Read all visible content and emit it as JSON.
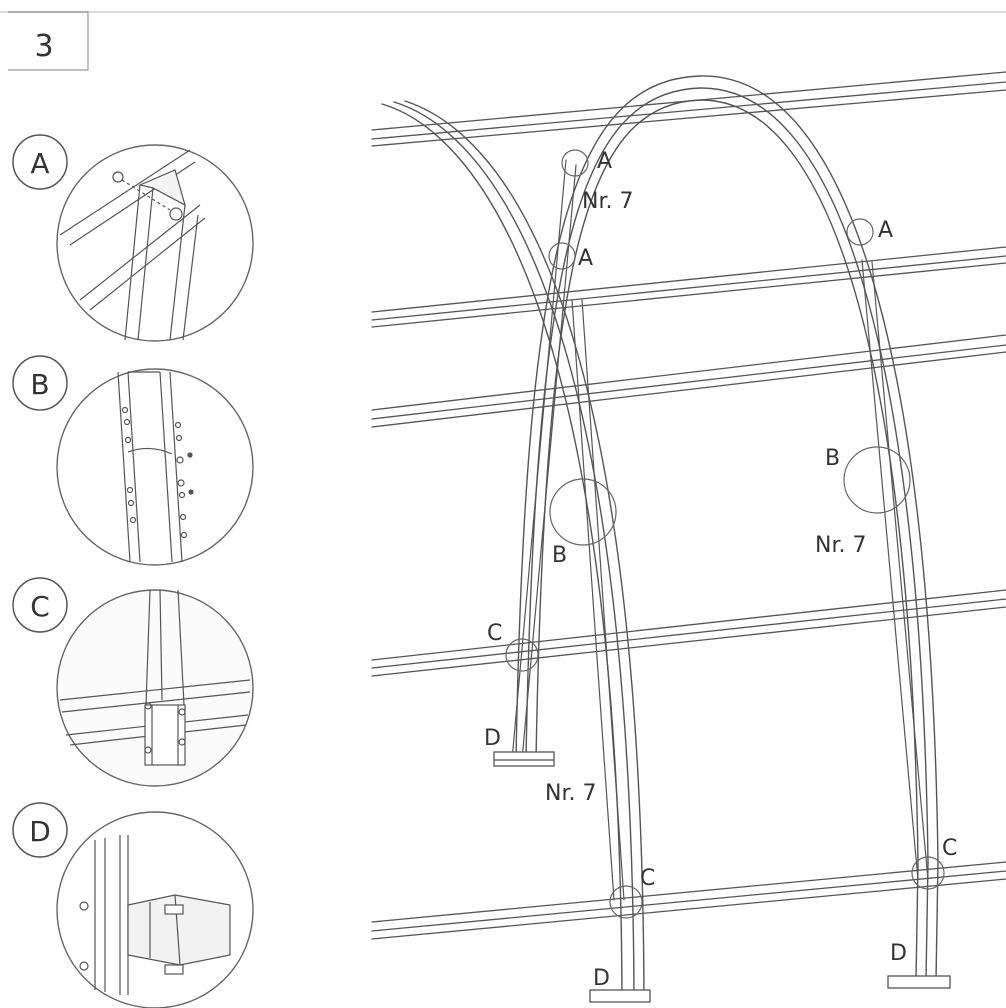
{
  "step_number": "3",
  "details": [
    {
      "letter": "A"
    },
    {
      "letter": "B"
    },
    {
      "letter": "C"
    },
    {
      "letter": "D"
    }
  ],
  "callouts": {
    "a1": "A",
    "nr7_top": "Nr. 7",
    "a2": "A",
    "a3": "A",
    "b_left": "B",
    "b_right": "B",
    "nr7_right": "Nr. 7",
    "c_left": "C",
    "d_left": "D",
    "nr7_bottom": "Nr. 7",
    "c_mid": "C",
    "c_right": "C",
    "d_mid": "D",
    "d_right": "D"
  },
  "colors": {
    "line": "#555555",
    "ink": "#333333"
  }
}
